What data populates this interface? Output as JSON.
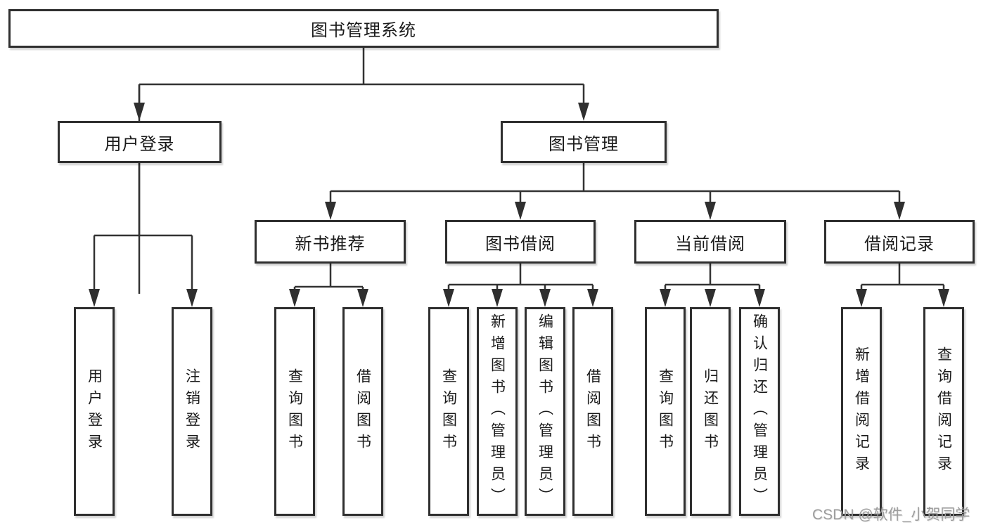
{
  "diagram_title": "图书管理系统",
  "colors": {
    "line": "#333333",
    "box_border": "#2f2f2f",
    "text": "#1a1a1a",
    "watermark": "#9d9d9d",
    "background": "#ffffff"
  },
  "root": {
    "label": "图书管理系统"
  },
  "branches": {
    "user_login": {
      "label": "用户登录"
    },
    "book_management": {
      "label": "图书管理"
    }
  },
  "login_children": [
    "用户登录",
    "注销登录"
  ],
  "modules": [
    {
      "label": "新书推荐",
      "children": [
        "查询图书",
        "借阅图书"
      ]
    },
    {
      "label": "图书借阅",
      "children": [
        "查询图书",
        "新增图书（管理员）",
        "编辑图书（管理员）",
        "借阅图书"
      ]
    },
    {
      "label": "当前借阅",
      "children": [
        "查询图书",
        "归还图书",
        "确认归还（管理员）"
      ]
    },
    {
      "label": "借阅记录",
      "children": [
        "新增借阅记录",
        "查询借阅记录"
      ]
    }
  ],
  "watermark": "CSDN @软件_小贺同学"
}
